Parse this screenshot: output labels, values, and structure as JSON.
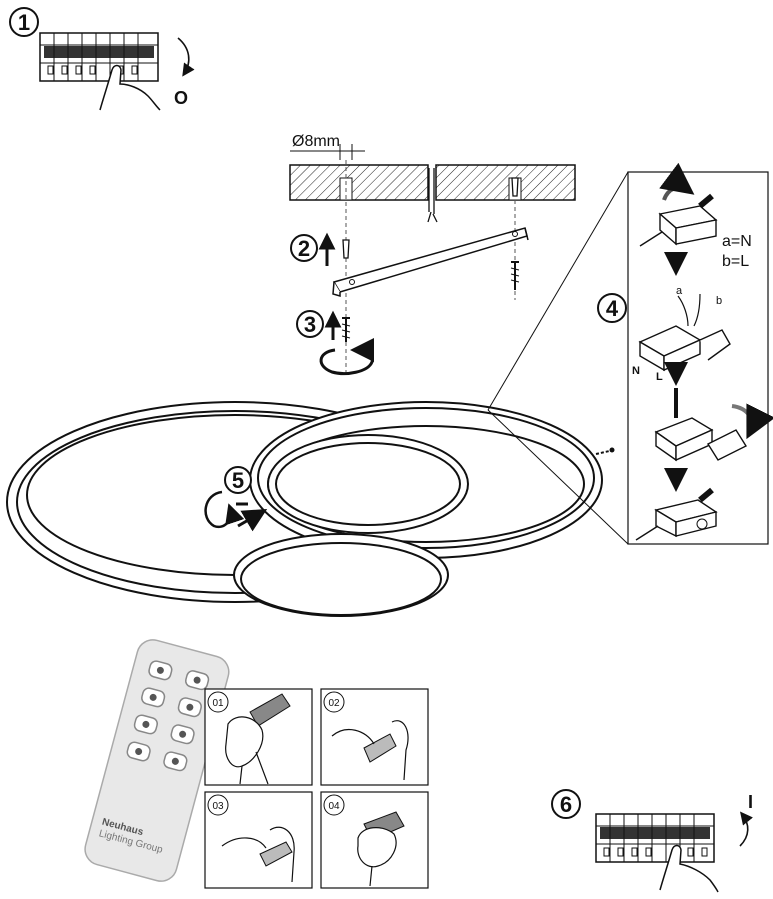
{
  "steps": {
    "step1": "1",
    "step2": "2",
    "step3": "3",
    "step4": "4",
    "step5": "5",
    "step6": "6"
  },
  "switch_off_symbol": "O",
  "switch_on_symbol": "I",
  "drill_diameter_label": "Ø8mm",
  "wiring": {
    "a_is_n": "a=N",
    "b_is_l": "b=L",
    "wire_a": "a",
    "wire_b": "b",
    "terminal_n": "N",
    "terminal_l": "L"
  },
  "battery_panels": [
    {
      "label": "01"
    },
    {
      "label": "02"
    },
    {
      "label": "03"
    },
    {
      "label": "04"
    }
  ],
  "remote": {
    "brand_line1": "Neuhaus",
    "brand_line2": "Lighting Group",
    "buttons": [
      "power-on-icon",
      "power-off-icon",
      "night-mode-icon",
      "timer-icon",
      "dim-up-icon",
      "color-temp-icon",
      "dim-down-icon",
      "brightness-icon"
    ]
  }
}
